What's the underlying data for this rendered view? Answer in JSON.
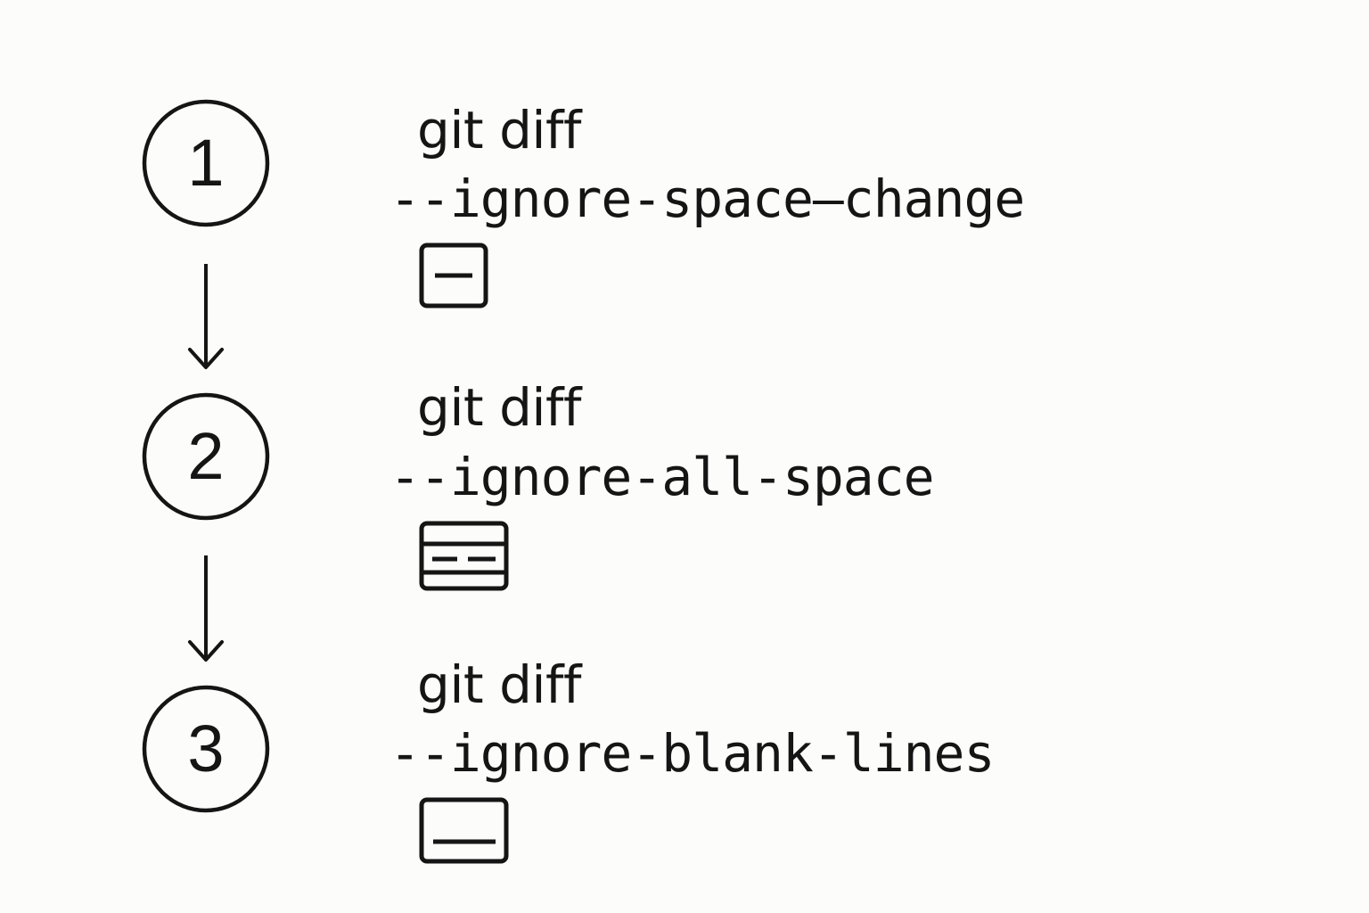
{
  "steps": [
    {
      "number": "1",
      "command": "git diff",
      "flag": "--ignore-space—change",
      "icon": "single-line-box-icon"
    },
    {
      "number": "2",
      "command": "git diff",
      "flag": "--ignore-all-space",
      "icon": "split-lines-box-icon"
    },
    {
      "number": "3",
      "command": "git diff",
      "flag": "--ignore-blank-lines",
      "icon": "bottom-line-box-icon"
    }
  ],
  "colors": {
    "background": "#fcfcfa",
    "ink": "#151515"
  }
}
